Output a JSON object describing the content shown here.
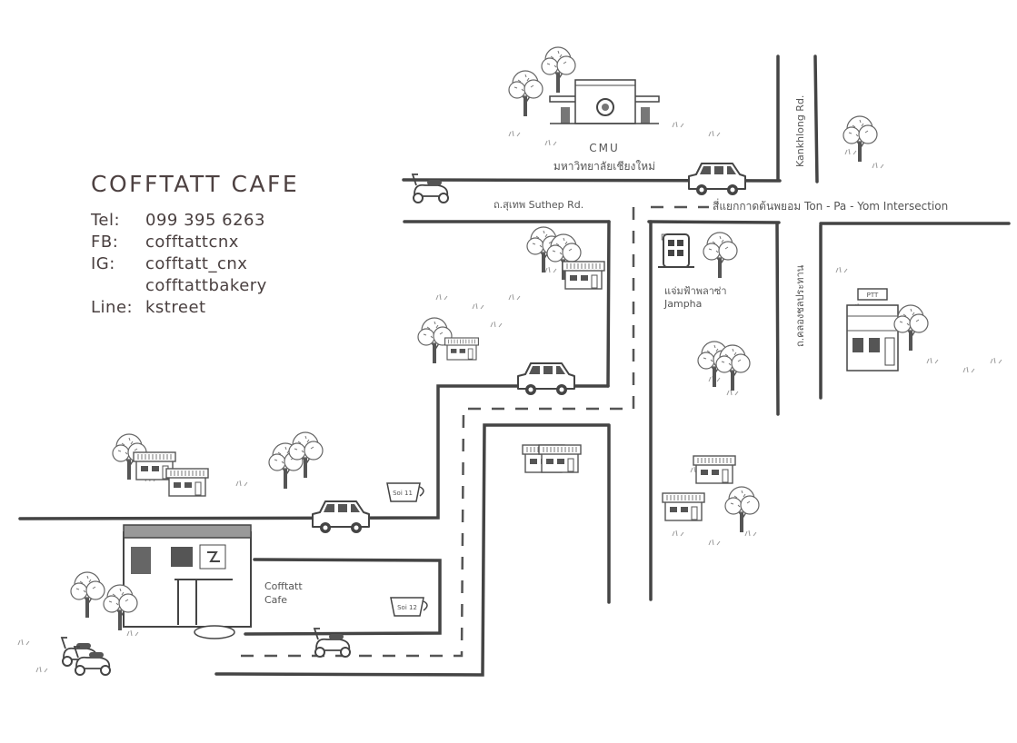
{
  "cafe": {
    "name": "COFFTATT CAFE",
    "contacts": [
      {
        "label": "Tel:",
        "value": "099 395 6263"
      },
      {
        "label": "FB:",
        "value": "cofftattcnx"
      },
      {
        "label": "IG:",
        "value": "cofftatt_cnx"
      },
      {
        "label": "",
        "value": "cofftattbakery"
      },
      {
        "label": "Line:",
        "value": "kstreet"
      }
    ]
  },
  "map": {
    "landmarks": {
      "cmu_en": "CMU",
      "cmu_th": "มหาวิทยาลัยเชียงใหม่",
      "suthep_rd": "ถ.สุเทพ Suthep Rd.",
      "intersection": "สี่แยกกาดต้นพยอม Ton - Pa - Yom Intersection",
      "kankhlong_rd": "Kankhlong Rd.",
      "khlong_chonprathan_rd": "ถ.คลองชลประทาน",
      "jampha_th": "แจ่มฟ้าพลาซ่า",
      "jampha_en": "Jampha",
      "ptt_sign": "PTT",
      "cafe_line1": "Cofftatt",
      "cafe_line2": "Cafe",
      "soi11": "Soi 11",
      "soi12": "Soi 12"
    },
    "icons": [
      "tree-icon",
      "house-icon",
      "car-icon",
      "scooter-icon",
      "gas-station-icon",
      "gate-icon",
      "cup-sign-icon"
    ]
  }
}
